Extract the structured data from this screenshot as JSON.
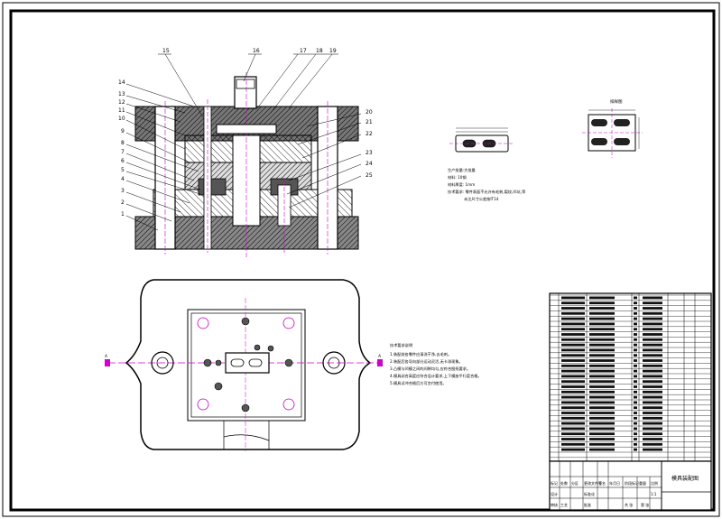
{
  "drawing": {
    "title_block_name": "模具装配图",
    "callouts_left": [
      "14",
      "13",
      "12",
      "11",
      "10",
      "9",
      "8",
      "7",
      "6",
      "5",
      "4",
      "3",
      "2",
      "1"
    ],
    "callouts_top": [
      "15",
      "16",
      "17",
      "18",
      "19"
    ],
    "callouts_right": [
      "20",
      "21",
      "22",
      "23",
      "24",
      "25"
    ],
    "section_view_label": "排样图",
    "part_notes": [
      "生产批量:大批量",
      "材料: 10钢",
      "材料厚度: 1mm",
      "技术要求: 零件表面不允许有毛刺,裂纹,凹坑,等",
      "未注尺寸公差按IT14"
    ],
    "tech_requirements": [
      "技术要求说明",
      "1.装配前各零件应清洗干净,去毛刺。",
      "2.装配后各导向部分运动灵活,无卡滞现象。",
      "3.凸模与凹模之间的间隙均匀,应符合图纸要求。",
      "4.模具闭合高度应符合设计要求,上下模座平行度合格。",
      "5.模具试冲合格后方可交付使用。"
    ],
    "section_marker": "A",
    "title_block_cells": [
      "标记",
      "处数",
      "分区",
      "更改文件号",
      "签名",
      "年月日",
      "设计",
      "标准化",
      "审核",
      "工艺",
      "批准",
      "阶段标记",
      "重量",
      "比例",
      "共 张",
      "第 张",
      "1:1"
    ]
  }
}
